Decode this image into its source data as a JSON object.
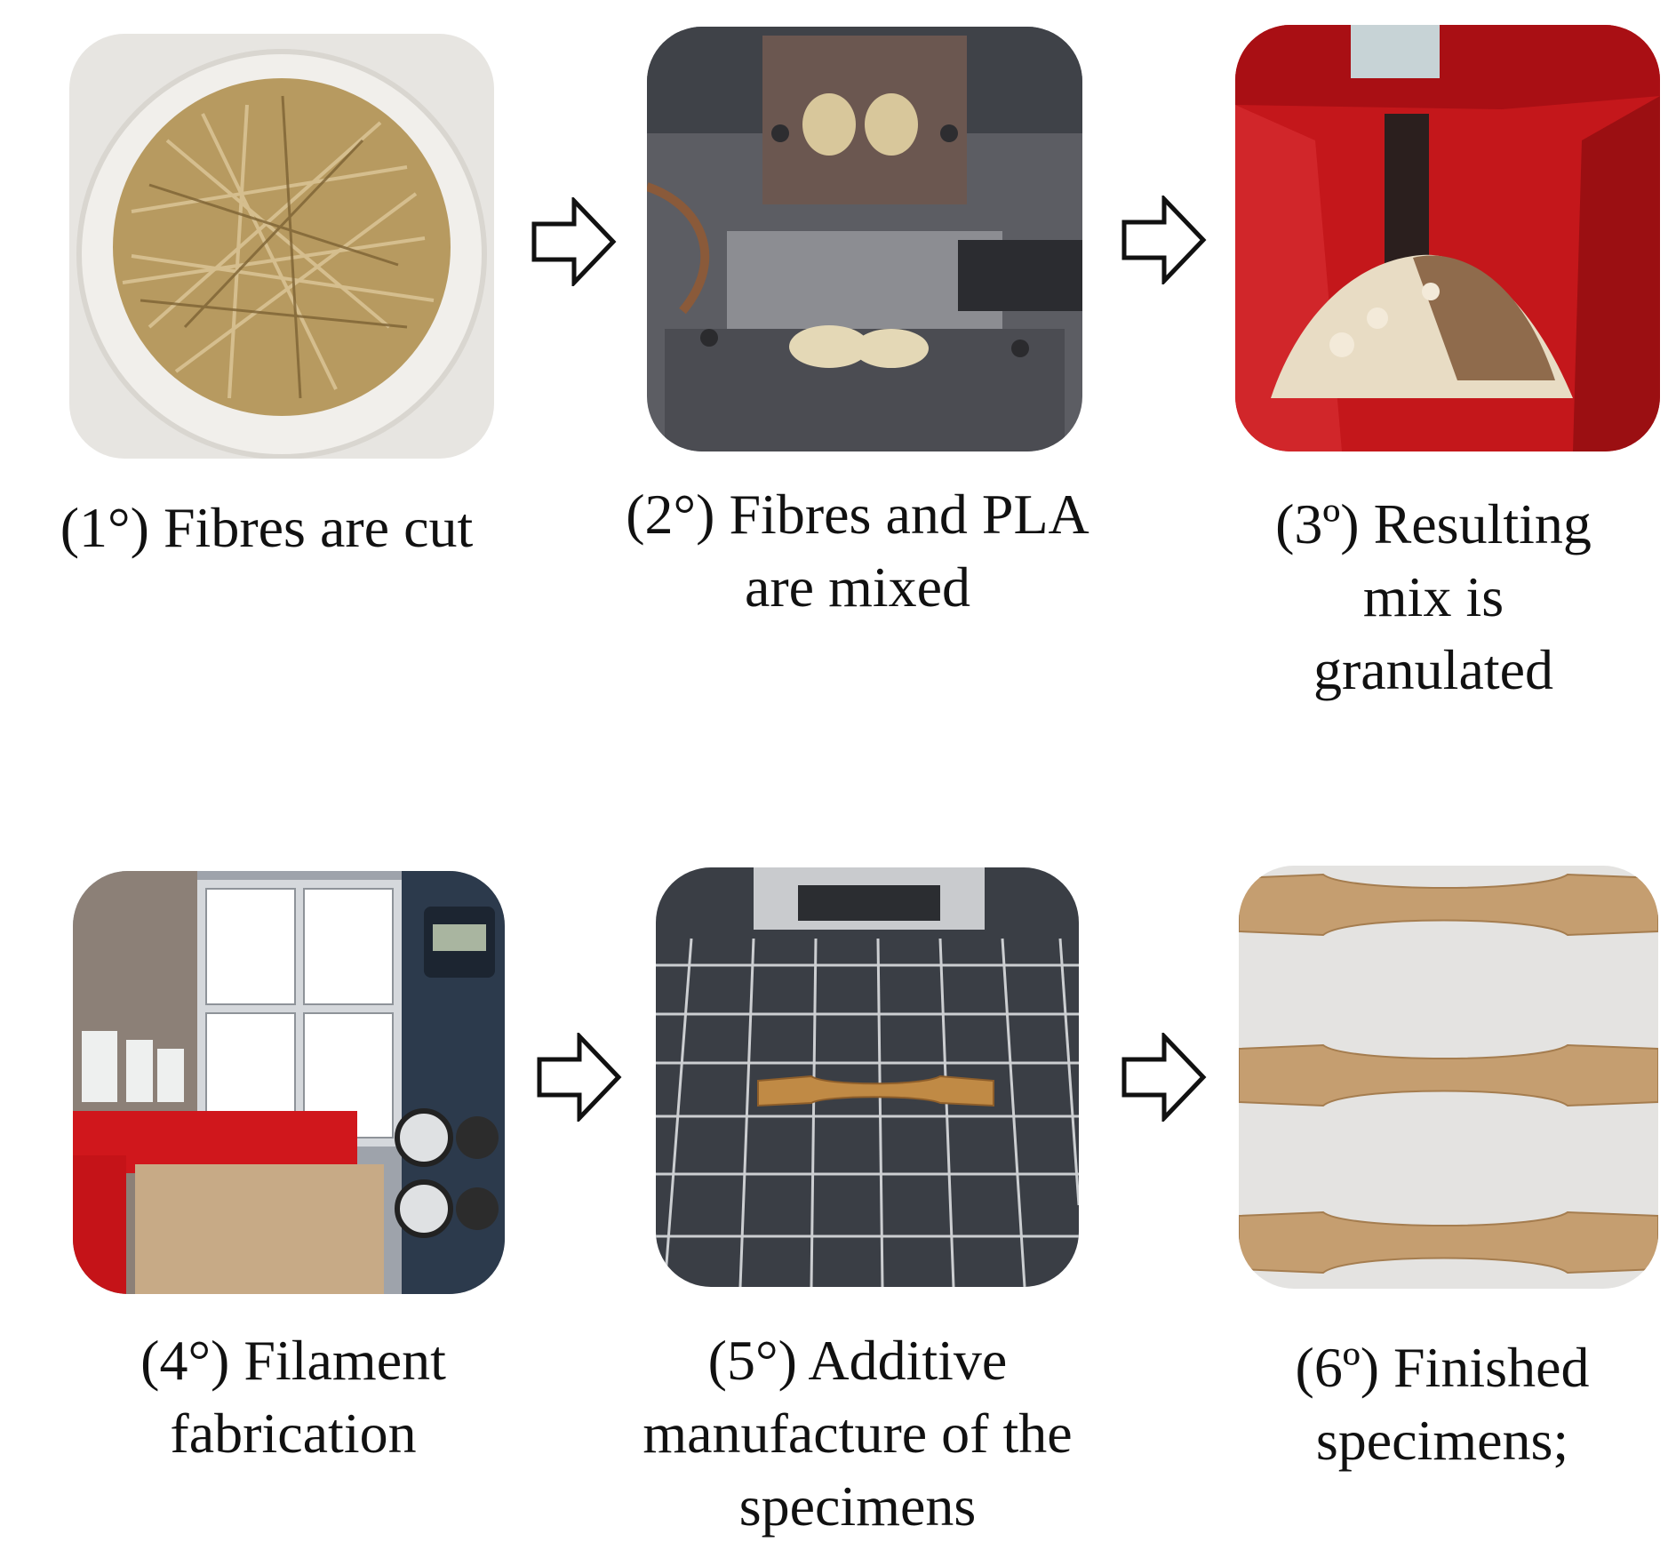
{
  "steps": [
    {
      "photo": "cut-fibres-in-cup",
      "caption": [
        "(1°) Fibres are cut"
      ]
    },
    {
      "photo": "mixing-press-with-pla",
      "caption": [
        "(2°) Fibres and PLA",
        "are mixed"
      ]
    },
    {
      "photo": "red-granulator-hopper",
      "caption": [
        "(3º) Resulting",
        "mix is",
        "granulated"
      ]
    },
    {
      "photo": "filament-extruder-line",
      "caption": [
        "(4°) Filament",
        "fabrication"
      ]
    },
    {
      "photo": "printer-bed-dogbone",
      "caption": [
        "(5°) Additive",
        "manufacture of the",
        "specimens"
      ]
    },
    {
      "photo": "three-dogbone-specimens",
      "caption": [
        "(6º) Finished",
        "specimens;"
      ]
    }
  ],
  "arrows": [
    "arrow-right-outline",
    "arrow-right-outline",
    "arrow-right-outline",
    "arrow-right-outline"
  ]
}
